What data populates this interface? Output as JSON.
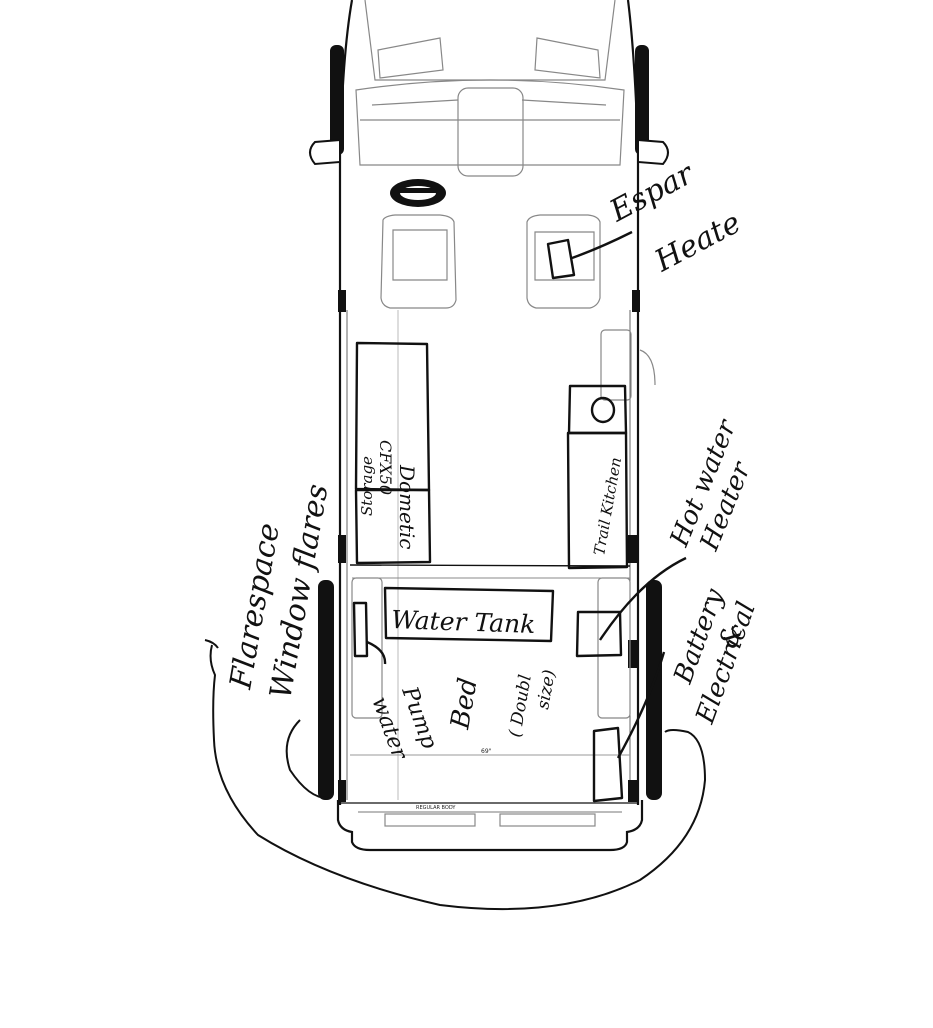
{
  "labels": {
    "espar_line1": "Espar",
    "espar_line2": "Heate",
    "dometic": "Dometic",
    "dometic_2": "CFX50",
    "storage": "Storage",
    "trail_kitchen": "Trail Kitchen",
    "hot_water_line1": "Hot water",
    "hot_water_line2": "Heater",
    "water_tank": "Water Tank",
    "battery_line1": "Battery",
    "battery_line2": "&",
    "battery_line3": "Electrical",
    "flarespace_line1": "Flarespace",
    "flarespace_line2": "Window flares",
    "water_pump_line1": "water",
    "water_pump_line2": "Pump",
    "bed_line1": "Bed",
    "bed_line2": "( Doubl",
    "bed_line3": "size)",
    "dim_69": "69\"",
    "regular_body": "REGULAR BODY"
  },
  "colors": {
    "ink": "#111111",
    "outline": "#888888",
    "paper": "#ffffff"
  }
}
